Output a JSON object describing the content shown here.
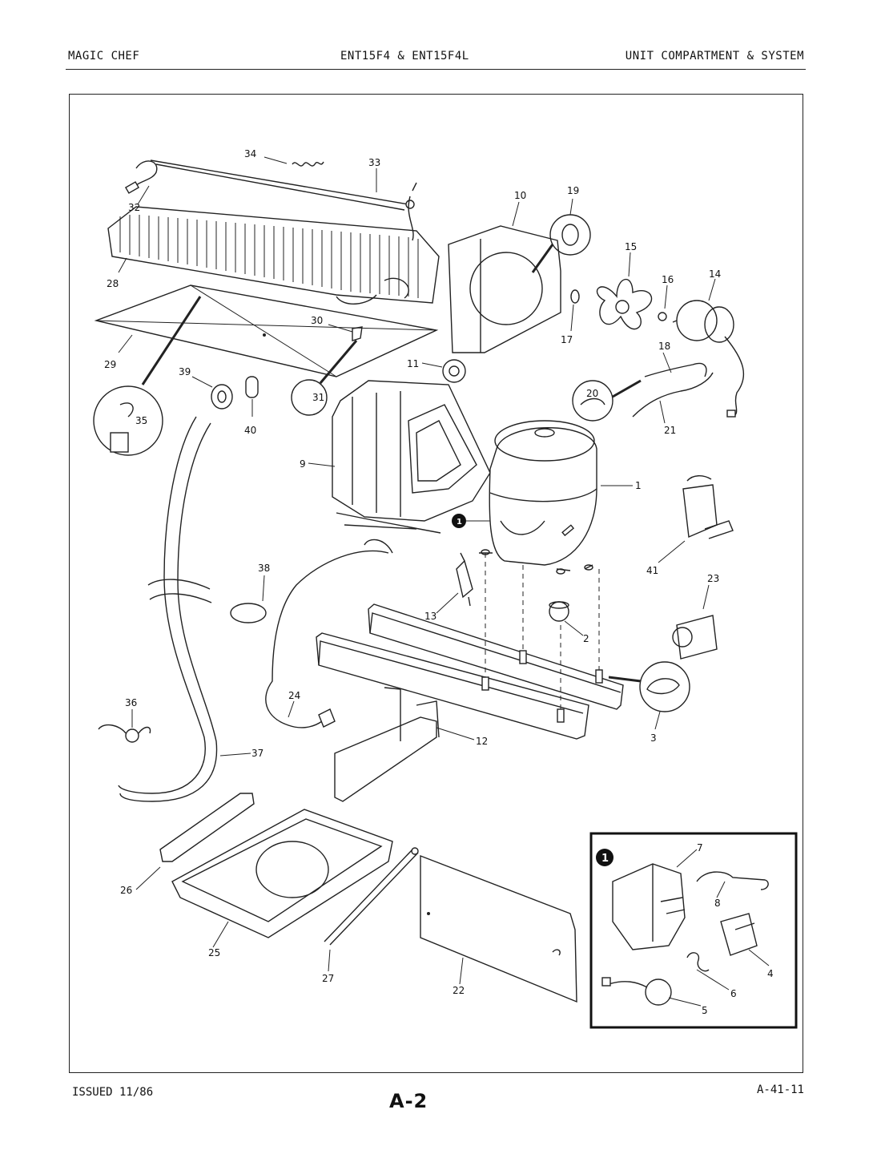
{
  "header": {
    "brand": "MAGIC CHEF",
    "models": "ENT15F4 & ENT15F4L",
    "section": "UNIT COMPARTMENT & SYSTEM"
  },
  "footer": {
    "issued": "ISSUED 11/86",
    "page": "A-2",
    "ref": "A-41-11"
  },
  "inset": {
    "badge": "1"
  },
  "callouts": {
    "c1": "1",
    "c2": "2",
    "c3": "3",
    "c4": "4",
    "c5": "5",
    "c6": "6",
    "c7": "7",
    "c8": "8",
    "c9": "9",
    "c10": "10",
    "c11": "11",
    "c12": "12",
    "c13": "13",
    "c14": "14",
    "c15": "15",
    "c16": "16",
    "c17": "17",
    "c18": "18",
    "c19": "19",
    "c20": "20",
    "c21": "21",
    "c22": "22",
    "c23": "23",
    "c24": "24",
    "c25": "25",
    "c26": "26",
    "c27": "27",
    "c28": "28",
    "c29": "29",
    "c30": "30",
    "c31": "31",
    "c32": "32",
    "c33": "33",
    "c34": "34",
    "c35": "35",
    "c36": "36",
    "c37": "37",
    "c38": "38",
    "c39": "39",
    "c40": "40",
    "c41": "41"
  }
}
